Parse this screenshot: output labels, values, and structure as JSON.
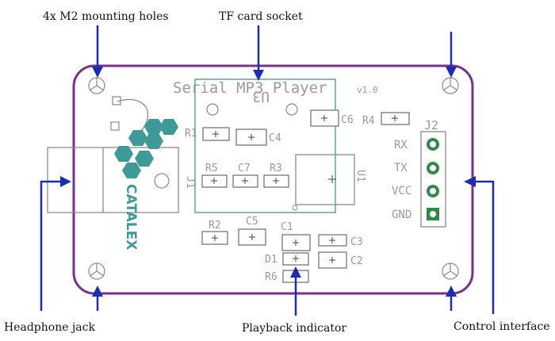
{
  "callouts": {
    "mounting_holes": "4x M2 mounting holes",
    "tf_socket": "TF card socket",
    "headphone_jack": "Headphone jack",
    "playback_indicator": "Playback indicator",
    "control_interface": "Control interface"
  },
  "board": {
    "title": "Serial MP3 Player",
    "version": "v1.0",
    "brand": "CATALEX",
    "outline_color": "#7a2f8f",
    "socket_color": "#5aa6a0",
    "logo_color": "#3d9a96",
    "arrow_color": "#1a2fb0"
  },
  "designators": {
    "u3": "U3",
    "u1": "U1",
    "j1": "J1",
    "j2": "J2",
    "r1": "R1",
    "r2": "R2",
    "r3": "R3",
    "r4": "R4",
    "r5": "R5",
    "r6": "R6",
    "c1": "C1",
    "c2": "C2",
    "c3": "C3",
    "c4": "C4",
    "c5": "C5",
    "c6": "C6",
    "c7": "C7",
    "d1": "D1"
  },
  "pins": [
    "RX",
    "TX",
    "VCC",
    "GND"
  ]
}
